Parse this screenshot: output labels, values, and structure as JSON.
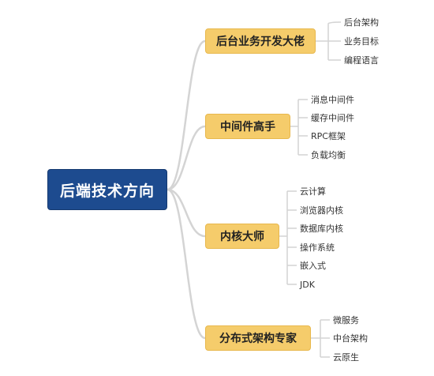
{
  "root": {
    "label": "后端技术方向"
  },
  "branches": [
    {
      "label": "后台业务开发大佬",
      "items": [
        "后台架构",
        "业务目标",
        "编程语言"
      ]
    },
    {
      "label": "中间件高手",
      "items": [
        "消息中间件",
        "缓存中间件",
        "RPC框架",
        "负载均衡"
      ]
    },
    {
      "label": "内核大师",
      "items": [
        "云计算",
        "浏览器内核",
        "数据库内核",
        "操作系统",
        "嵌入式",
        "JDK"
      ]
    },
    {
      "label": "分布式架构专家",
      "items": [
        "微服务",
        "中台架构",
        "云原生"
      ]
    }
  ],
  "colors": {
    "root_fill": "#1d4b8f",
    "branch_fill": "#f5cc6b",
    "connector": "#d0d0d0"
  }
}
